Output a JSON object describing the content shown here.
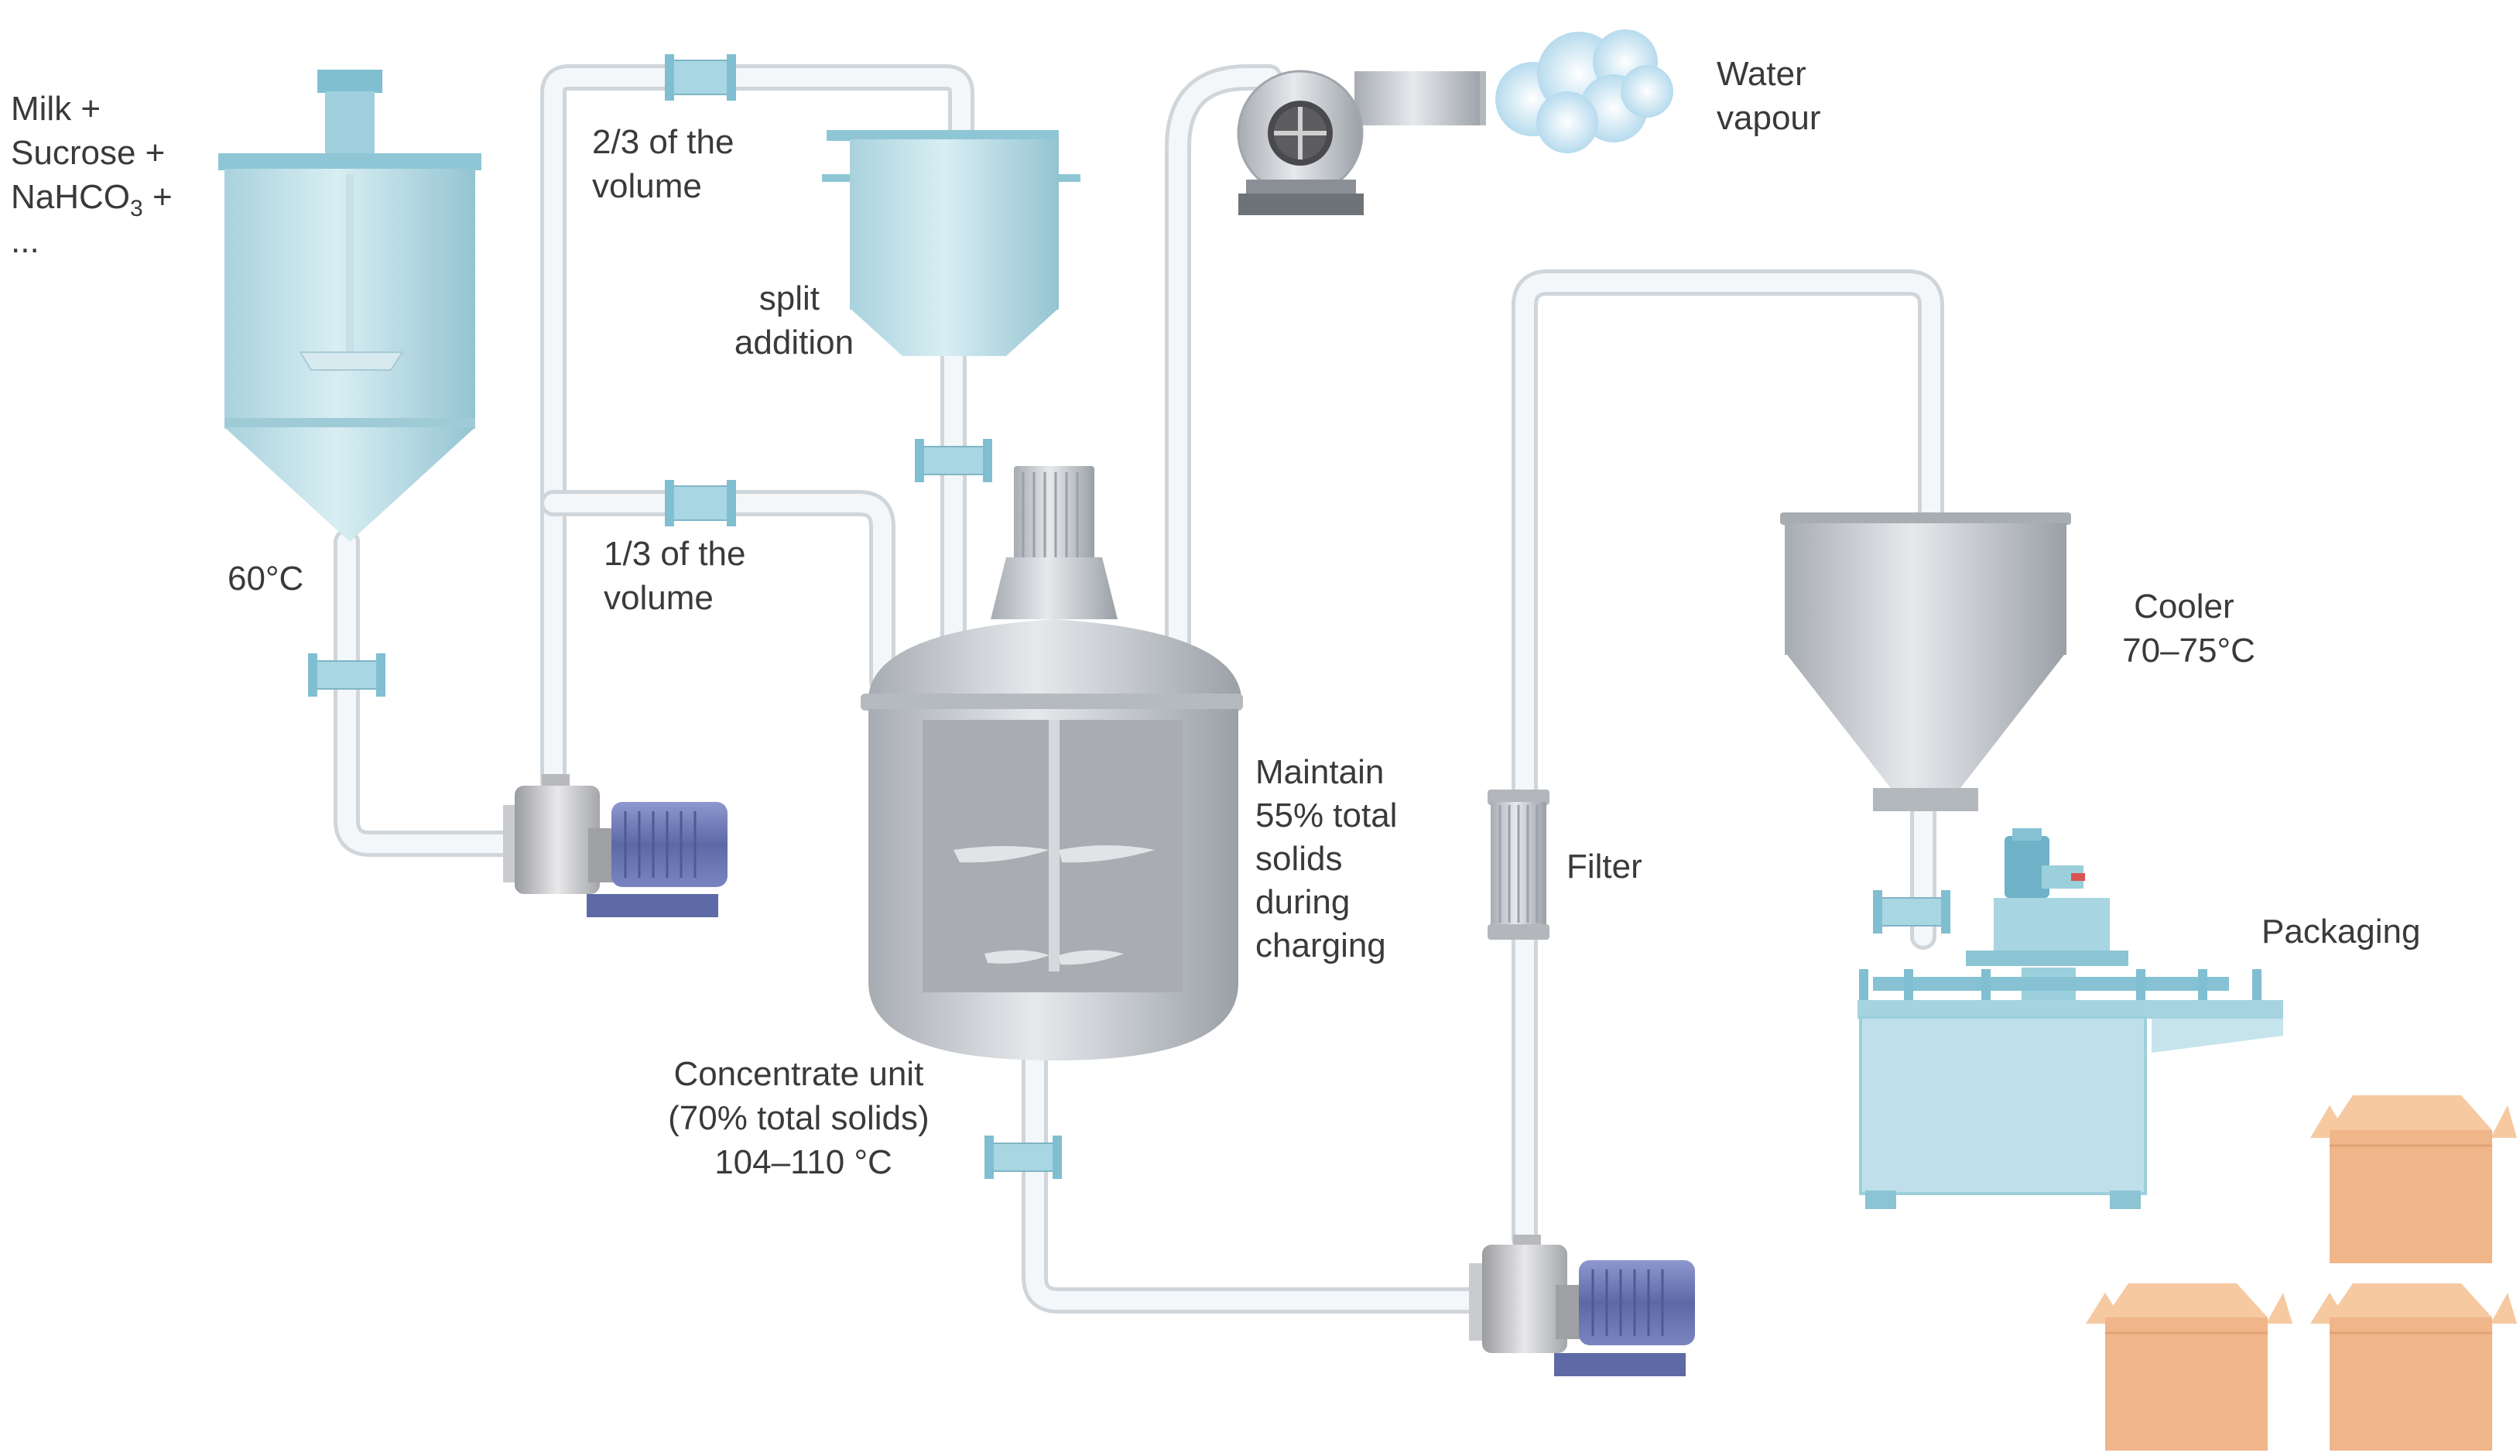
{
  "labels": {
    "input_mix": [
      "Milk +",
      "Sucrose +",
      "NaHCO",
      "3",
      " +",
      "..."
    ],
    "mixing_temp": "60°C",
    "two_thirds": [
      "2/3 of the",
      "volume"
    ],
    "one_third": [
      "1/3 of the",
      "volume"
    ],
    "split_addition": [
      "split",
      "addition"
    ],
    "water_vapour": [
      "Water",
      "vapour"
    ],
    "concentrate_unit": [
      "Concentrate unit",
      "(70% total solids)",
      "104–110 °C"
    ],
    "maintain_solids": [
      "Maintain",
      "55% total",
      "solids",
      "during",
      "charging"
    ],
    "filter": "Filter",
    "cooler": [
      "Cooler",
      "70–75°C"
    ],
    "packaging": "Packaging"
  },
  "colors": {
    "pipe": "#eef2f5",
    "tank_blue": "#b9dde6",
    "tank_steel": "#c8ccd0",
    "motor": "#6f7bb5",
    "box": "#f2b98a",
    "valve": "#8ec7d8"
  },
  "icons": [
    "mixing-tank",
    "centrifugal-pump",
    "addition-hopper",
    "evaporator-vessel",
    "exhaust-fan",
    "vapour-cloud",
    "cartridge-filter",
    "cooler-hopper",
    "packaging-machine",
    "cardboard-box"
  ]
}
